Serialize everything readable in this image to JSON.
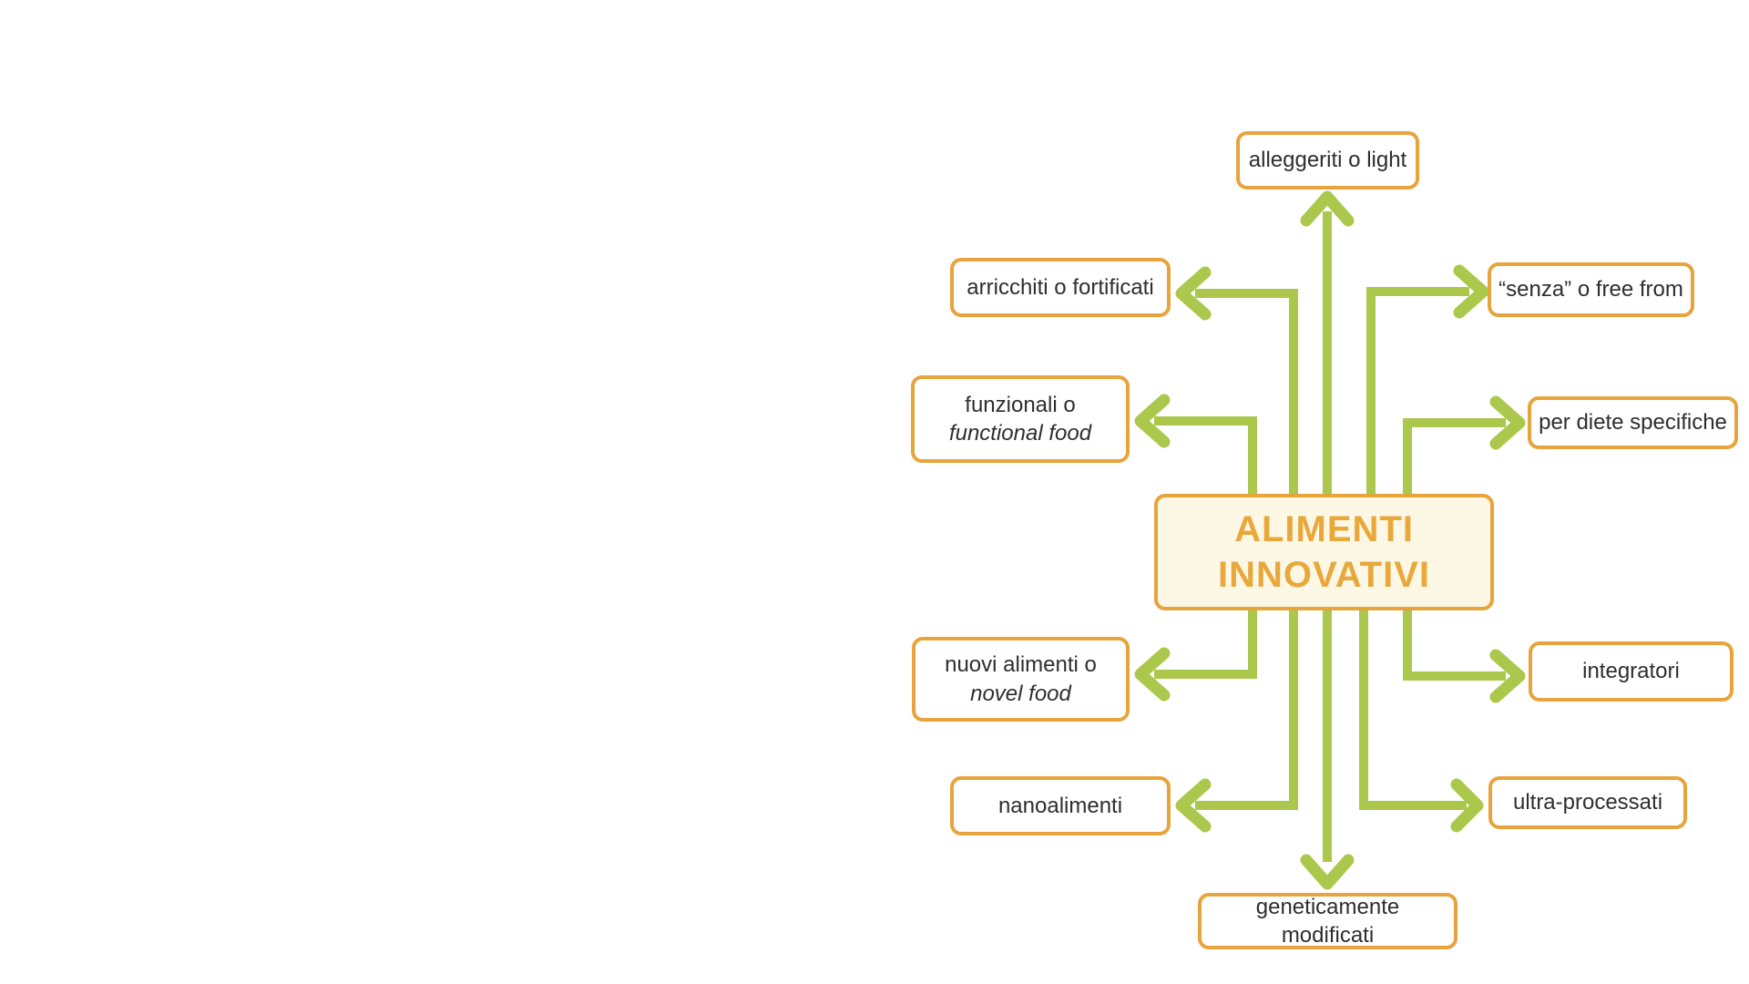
{
  "center": {
    "line1": "ALIMENTI",
    "line2": "INNOVATIVI"
  },
  "nodes": {
    "alleggeriti": {
      "label": "alleggeriti o light"
    },
    "arricchiti": {
      "label": "arricchiti o fortificati"
    },
    "senza": {
      "label": "“senza” o free from"
    },
    "funzionali": {
      "line1": "funzionali o",
      "line2": "functional food"
    },
    "diete": {
      "label": "per diete specifiche"
    },
    "nuovi": {
      "line1": "nuovi alimenti o",
      "line2": "novel food"
    },
    "integratori": {
      "label": "integratori"
    },
    "nanoalimenti": {
      "label": "nanoalimenti"
    },
    "ultra": {
      "label": "ultra-processati"
    },
    "gm": {
      "label": "geneticamente modificati"
    }
  },
  "colors": {
    "arrow_green": "#abc84c",
    "box_border": "#e7a43c",
    "center_fill": "#fcf8e5",
    "center_text": "#e9a83c",
    "node_text": "#2e2e2e",
    "background": "#ffffff"
  }
}
